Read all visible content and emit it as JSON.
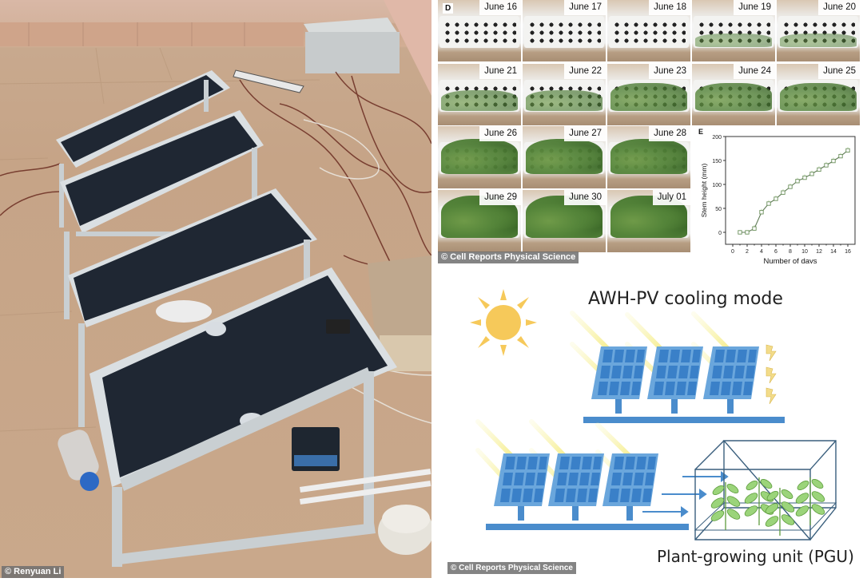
{
  "left_photo": {
    "description": "Outdoor rooftop experimental setup of tilted solar panels on aluminium frames with cables",
    "credit": "© Renyuan Li"
  },
  "growth_gallery": {
    "panel_label": "D",
    "tiles": [
      {
        "date": "June 16",
        "growth": 0
      },
      {
        "date": "June 17",
        "growth": 0
      },
      {
        "date": "June 18",
        "growth": 0
      },
      {
        "date": "June 19",
        "growth": 1
      },
      {
        "date": "June 20",
        "growth": 1
      },
      {
        "date": "June 21",
        "growth": 2
      },
      {
        "date": "June 22",
        "growth": 2
      },
      {
        "date": "June 23",
        "growth": 3
      },
      {
        "date": "June 24",
        "growth": 3
      },
      {
        "date": "June 25",
        "growth": 3
      },
      {
        "date": "June 26",
        "growth": 4
      },
      {
        "date": "June 27",
        "growth": 4
      },
      {
        "date": "June 28",
        "growth": 4
      },
      {
        "date": "June 29",
        "growth": 5
      },
      {
        "date": "June 30",
        "growth": 5
      },
      {
        "date": "July 01",
        "growth": 5
      }
    ],
    "credit": "© Cell Reports Physical Science"
  },
  "chart_data": {
    "type": "line",
    "panel_label": "E",
    "title": "",
    "xlabel": "Number of days",
    "ylabel": "Stem height (mm)",
    "x": [
      1,
      2,
      3,
      4,
      5,
      6,
      7,
      8,
      9,
      10,
      11,
      12,
      13,
      14,
      15,
      16
    ],
    "series": [
      {
        "name": "Stem height",
        "values": [
          0,
          0,
          8,
          42,
          60,
          70,
          83,
          95,
          107,
          114,
          122,
          131,
          140,
          149,
          159,
          171
        ],
        "marker": "open-square",
        "color": "#6a8f5a"
      }
    ],
    "xlim": [
      -1,
      17
    ],
    "ylim": [
      -25,
      200
    ],
    "xticks": [
      0,
      2,
      4,
      6,
      8,
      10,
      12,
      14,
      16
    ],
    "yticks": [
      0,
      50,
      100,
      150,
      200
    ],
    "grid": false,
    "error_bars": true
  },
  "diagram": {
    "title": "AWH-PV cooling mode",
    "pgu_label": "Plant-growing unit (PGU)",
    "credit": "© Cell Reports Physical Science",
    "colors": {
      "sun": "#f6c95a",
      "panel": "#5b9bd5",
      "panel_cell": "#3c7fc4",
      "beam": "#f2ea6a",
      "frame": "#2f6aa0",
      "plant": "#8fcf6a",
      "bolt": "#f3dc8a"
    }
  }
}
